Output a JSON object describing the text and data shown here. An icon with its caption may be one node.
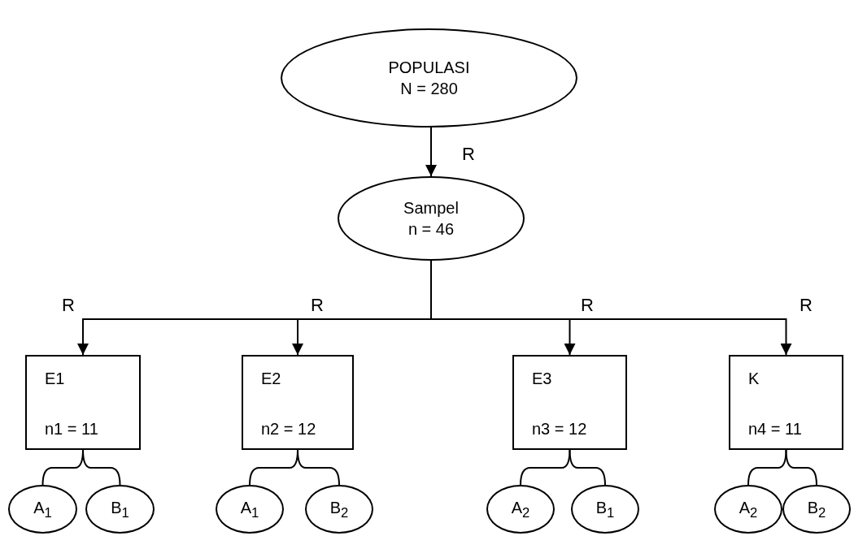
{
  "diagram": {
    "nodes": [
      {
        "text": [
          "POPULASI",
          "N = 280"
        ]
      },
      {
        "text": [
          "Sampel",
          "n = 46"
        ]
      },
      {
        "text": [
          "E1",
          "n1 = 11"
        ]
      },
      {
        "text": [
          "E2",
          "n2 = 12"
        ]
      },
      {
        "text": [
          "E3",
          "n3 = 12"
        ]
      },
      {
        "text": [
          "K",
          "n4 = 11"
        ]
      },
      {
        "text": [
          "A$_{1}$"
        ]
      },
      {
        "text": [
          "B$_{1}$"
        ]
      },
      {
        "text": [
          "A$_{1}$"
        ]
      },
      {
        "text": [
          "B$_{2}$"
        ]
      },
      {
        "text": [
          "A$_{2}$"
        ]
      },
      {
        "text": [
          "B$_{1}$"
        ]
      },
      {
        "text": [
          "A$_{2}$"
        ]
      },
      {
        "text": [
          "B$_{2}$"
        ]
      }
    ],
    "edges": [
      {
        "from": 0,
        "to": 1,
        "arrow": "to",
        "label": "R"
      },
      {
        "from": 1,
        "to": 2,
        "arrow": "to",
        "label": "R"
      },
      {
        "from": 1,
        "to": 3,
        "arrow": "to",
        "label": "R"
      },
      {
        "from": 1,
        "to": 4,
        "arrow": "to",
        "label": "R"
      },
      {
        "from": 1,
        "to": 5,
        "arrow": "to",
        "label": "R"
      },
      {
        "from": 2,
        "to": 6,
        "arrow": "none"
      },
      {
        "from": 2,
        "to": 7,
        "arrow": "none"
      },
      {
        "from": 3,
        "to": 8,
        "arrow": "none"
      },
      {
        "from": 3,
        "to": 9,
        "arrow": "none"
      },
      {
        "from": 4,
        "to": 10,
        "arrow": "none"
      },
      {
        "from": 4,
        "to": 11,
        "arrow": "none"
      },
      {
        "from": 5,
        "to": 12,
        "arrow": "none"
      },
      {
        "from": 5,
        "to": 13,
        "arrow": "none"
      }
    ]
  }
}
